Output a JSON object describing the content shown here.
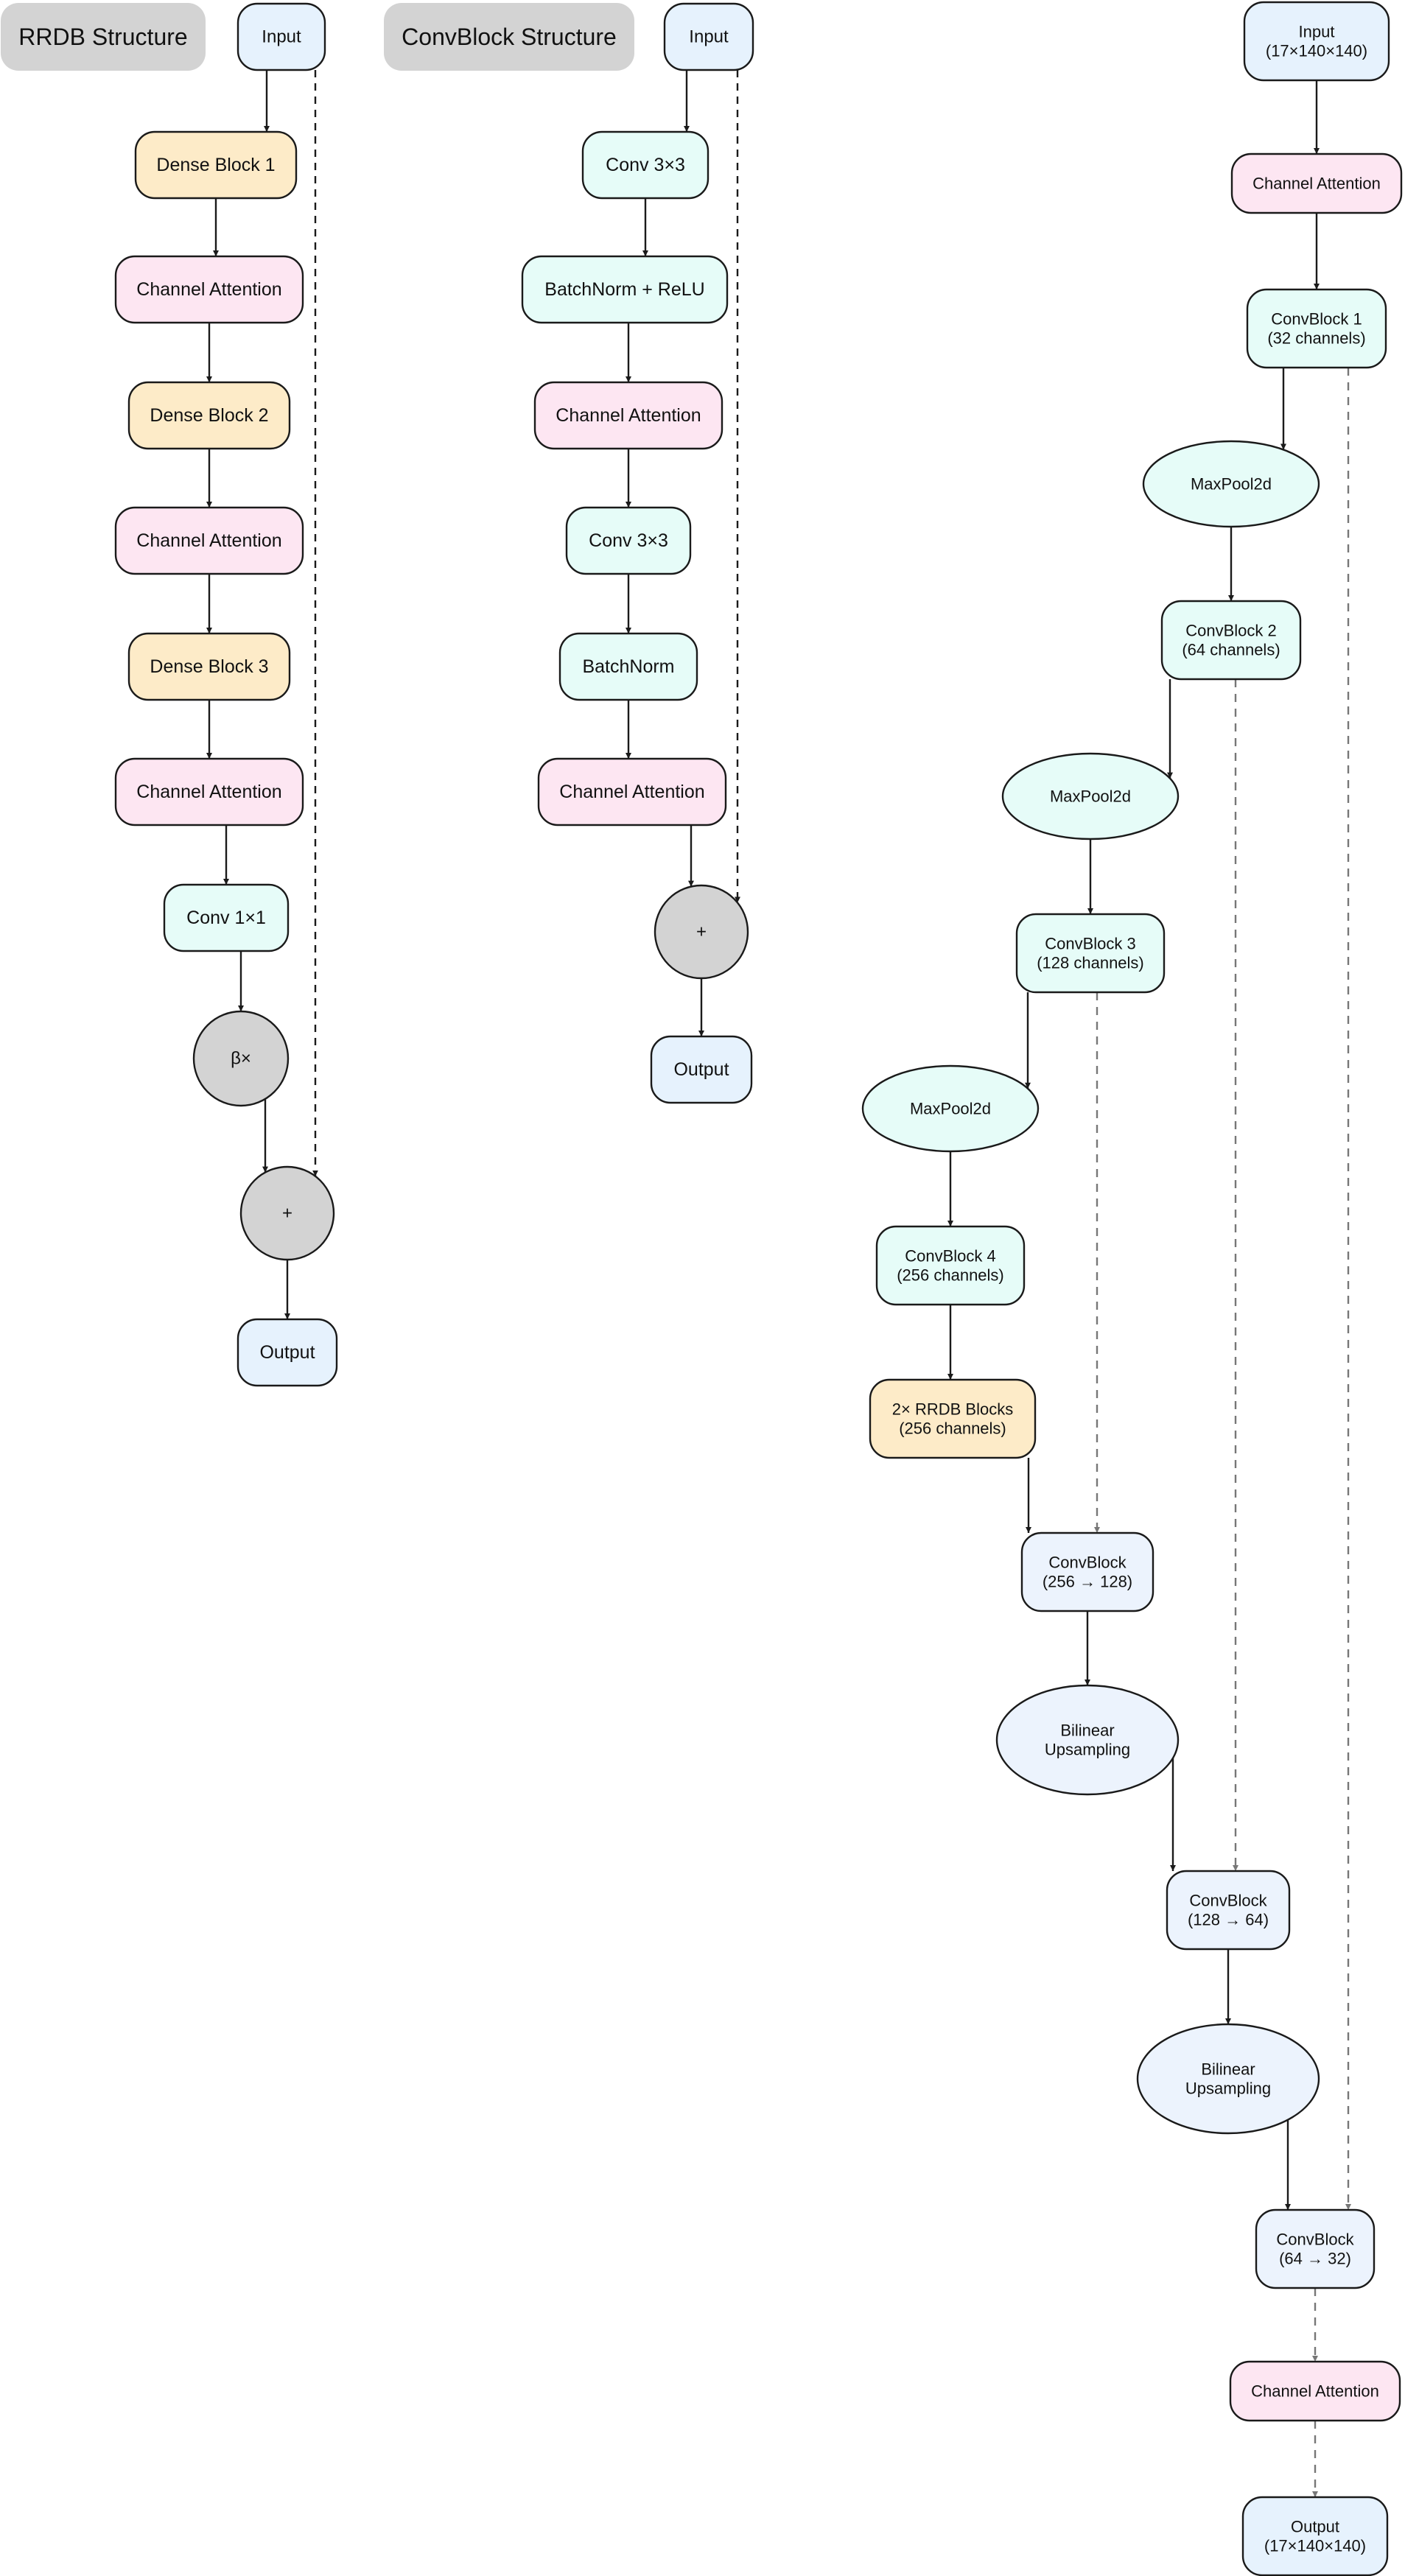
{
  "colors": {
    "io": "#e6f2fd",
    "dense": "#fdebc8",
    "attention": "#fde6f2",
    "conv": "#e6fcf8",
    "decoder": "#ecf3fd",
    "op": "#d3d3d3",
    "header": "#d3d3d3",
    "stroke": "#1a1a1a",
    "skip": "#777777"
  },
  "rrdb": {
    "title": "RRDB Structure",
    "input": "Input",
    "dense1": "Dense Block 1",
    "att1": "Channel Attention",
    "dense2": "Dense Block 2",
    "att2": "Channel Attention",
    "dense3": "Dense Block 3",
    "att3": "Channel Attention",
    "conv1x1": "Conv 1×1",
    "beta": "β×",
    "plus": "+",
    "output": "Output"
  },
  "convblock": {
    "title": "ConvBlock Structure",
    "input": "Input",
    "conv1": "Conv 3×3",
    "bnrelu": "BatchNorm + ReLU",
    "att": "Channel Attention",
    "conv2": "Conv 3×3",
    "bn": "BatchNorm",
    "att2": "Channel Attention",
    "plus": "+",
    "output": "Output"
  },
  "unet": {
    "input": [
      "Input",
      "(17×140×140)"
    ],
    "att_in": [
      "Channel Attention"
    ],
    "enc1": [
      "ConvBlock 1",
      "(32 channels)"
    ],
    "pool1": [
      "MaxPool2d"
    ],
    "enc2": [
      "ConvBlock 2",
      "(64 channels)"
    ],
    "pool2": [
      "MaxPool2d"
    ],
    "enc3": [
      "ConvBlock 3",
      "(128 channels)"
    ],
    "pool3": [
      "MaxPool2d"
    ],
    "enc4": [
      "ConvBlock 4",
      "(256 channels)"
    ],
    "rrdb": [
      "2× RRDB Blocks",
      "(256 channels)"
    ],
    "dec1": [
      "ConvBlock",
      "(256 → 128)"
    ],
    "up1": [
      "Bilinear",
      "Upsampling"
    ],
    "dec2": [
      "ConvBlock",
      "(128 → 64)"
    ],
    "up2": [
      "Bilinear",
      "Upsampling"
    ],
    "dec3": [
      "ConvBlock",
      "(64 → 32)"
    ],
    "att_out": [
      "Channel Attention"
    ],
    "output": [
      "Output",
      "(17×140×140)"
    ]
  }
}
